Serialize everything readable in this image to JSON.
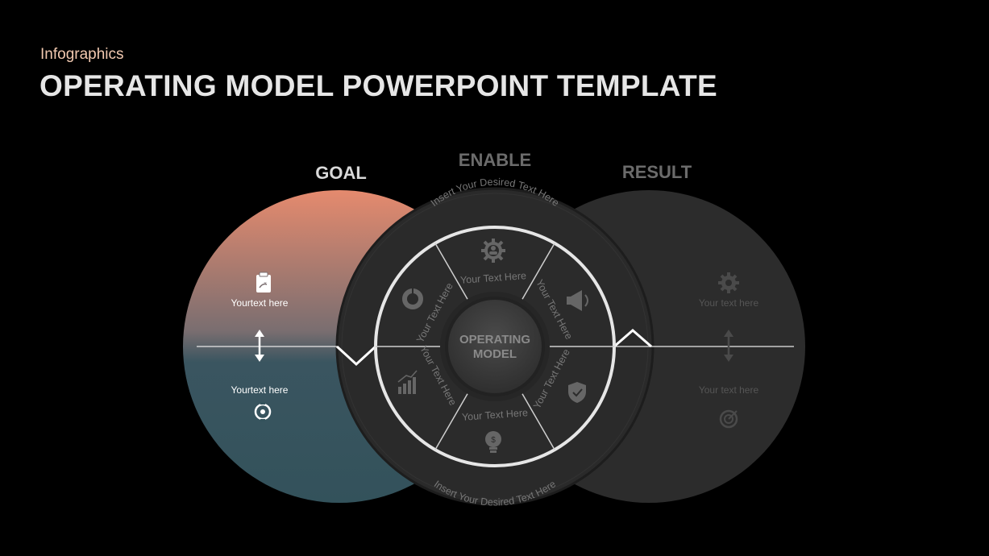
{
  "header": {
    "subtitle": "Infographics",
    "title": "OPERATING MODEL POWERPOINT TEMPLATE"
  },
  "goal": {
    "heading": "GOAL",
    "top_text": "Yourtext here",
    "bottom_text": "Yourtext here",
    "top_icon": "clipboard-strategy-icon",
    "mid_icon": "up-down-arrow-icon",
    "bottom_icon": "circular-arrows-icon",
    "gradient_top": "#e58a6e",
    "gradient_bottom": "#33535c"
  },
  "enable": {
    "heading": "ENABLE",
    "outer_top_text": "Insert Your Desired Text Here",
    "outer_bottom_text": "Insert Your Desired Text Here",
    "center_text_line1": "OPERATING",
    "center_text_line2": "MODEL",
    "segments": [
      {
        "label": "Your Text Here",
        "icon": "gear-person-icon"
      },
      {
        "label": "Your Text Here",
        "icon": "megaphone-icon"
      },
      {
        "label": "Your Text Here",
        "icon": "shield-check-icon"
      },
      {
        "label": "Your Text Here",
        "icon": "lightbulb-dollar-icon"
      },
      {
        "label": "Your Text Here",
        "icon": "bar-chart-icon"
      },
      {
        "label": "Your Text Here",
        "icon": "donut-chart-icon"
      }
    ]
  },
  "result": {
    "heading": "RESULT",
    "top_text": "Your text here",
    "bottom_text": "Your text here",
    "top_icon": "gear-icon",
    "mid_icon": "up-down-arrow-icon",
    "bottom_icon": "target-icon"
  }
}
